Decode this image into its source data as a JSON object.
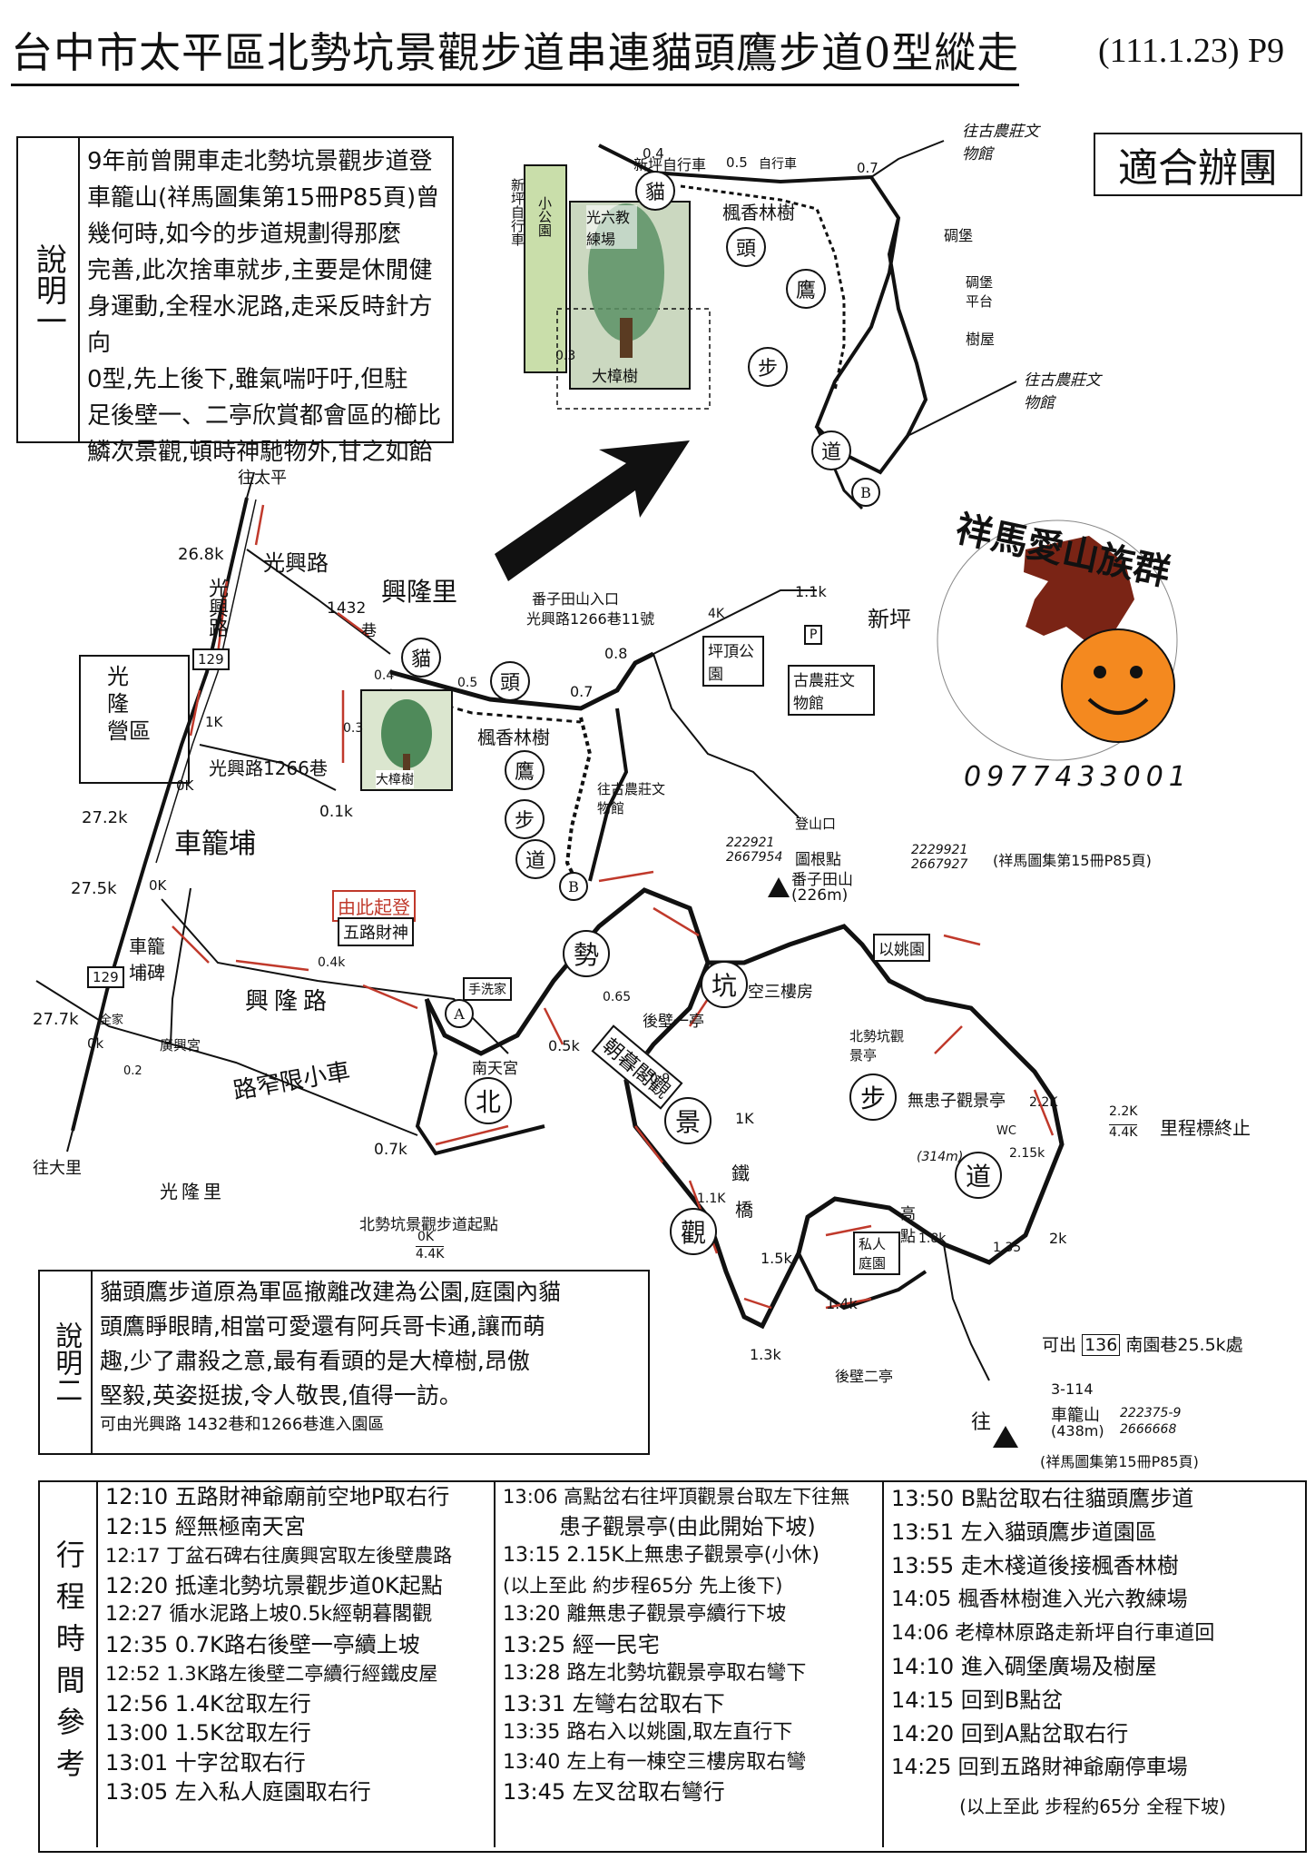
{
  "header": {
    "title": "台中市太平區北勢坑景觀步道串連貓頭鷹步道0型縱走",
    "date_page": "(111.1.23) P9",
    "tag": "適合辦團"
  },
  "note1": {
    "label": "說明一",
    "lines": [
      "9年前曾開車走北勢坑景觀步道登",
      "車籠山(祥馬圖集第15冊P85頁)曾",
      "幾何時,如今的步道規劃得那麼",
      "完善,此次捨車就步,主要是休閒健",
      "身運動,全程水泥路,走采反時針方向",
      "0型,先上後下,雖氣喘吁吁,但駐",
      "足後壁一、二亭欣賞都會區的櫛比",
      "鱗次景觀,頓時神馳物外,甘之如飴"
    ]
  },
  "note2": {
    "label": "說明二",
    "lines": [
      "貓頭鷹步道原為軍區撤離改建為公園,庭園內貓",
      "頭鷹睜眼睛,相當可愛還有阿兵哥卡通,讓而萌",
      "趣,少了肅殺之意,最有看頭的是大樟樹,昂傲",
      "堅毅,英姿挺拔,令人敬畏,值得一訪。"
    ],
    "footer": "可由光興路 1432巷和1266巷進入園區"
  },
  "logo": {
    "text": "祥馬愛山族群",
    "phone": "0977433001"
  },
  "map": {
    "labels": {
      "to_taiping": "往太平",
      "to_dali": "往大里",
      "guangxing_rd": "光興路",
      "guangxing_rd_v": "光興路",
      "lane1432": "1432",
      "lane_suffix": "巷",
      "xinglong_li": "興隆里",
      "guanglong_camp_1": "光",
      "guanglong_camp_2": "隆",
      "guanglong_camp_3": "營區",
      "lane1266": "光興路1266巷",
      "chelongpu": "車籠埔",
      "chelongpu_stele": "車籠埔碑",
      "xinglong_rd": "興隆路",
      "guanglong_li": "光隆里",
      "road_limit": "路窄限小車",
      "guangxing_temple": "廣興宮",
      "familymart": "全家",
      "start_here": "由此起登",
      "five_road_temple": "五路財神",
      "nantian_temple": "南天宮",
      "trail_start": "北勢坑景觀步道起點",
      "trail_start_k1": "0K",
      "trail_start_k2": "4.4K",
      "owl_trail_c1": "貓",
      "owl_trail_c2": "頭",
      "owl_trail_c3": "鷹",
      "owl_trail_c4": "步",
      "owl_trail_c5": "道",
      "maple_forest": "楓香林樹",
      "camphor": "大樟樹",
      "fanzi_entry": "番子田山入口",
      "fanzi_addr": "光興路1266巷11號",
      "to_xinping": "新坪",
      "pingding_park": "坪頂公園",
      "ancient_farm": "古農莊文物館",
      "to_farm_museum": "往古農莊文物館",
      "trailhead": "登山口",
      "benchmark": "圖根點",
      "fanzi_peak": "番子田山",
      "fanzi_height": "(226m)",
      "coords1": "222921",
      "coords2": "2667954",
      "coords3": "2229921",
      "coords4": "2667927",
      "ref85": "(祥馬圖集第15冊P85頁)",
      "bs1": "北",
      "bs2": "勢",
      "bs3": "坑",
      "bs4": "景",
      "bs5": "觀",
      "bs6": "步",
      "bs7": "道",
      "zhaomu": "朝暮閣觀",
      "pavilion1": "後壁一亭",
      "pavilion2": "後壁二亭",
      "sky3": "空三樓房",
      "yiyao": "以姚園",
      "observation": "北勢坑觀景亭",
      "wuhuan": "無患子觀景亭",
      "km_end": "里程標終止",
      "km_end_a": "2.2K",
      "km_end_b": "4.4K",
      "private_garden": "私人庭園",
      "high_point": "高點",
      "iron_bridge": "鐵",
      "iron_bridge2": "橋",
      "exit136": "可出",
      "exit136_num": "136",
      "exit136_b": "南園巷25.5k處",
      "to_chelong": "往",
      "chelong_id": "3-114",
      "chelong_name": "車籠山",
      "chelong_h": "(438m)",
      "chelong_coord1": "222375-9",
      "chelong_coord2": "2666668",
      "ref85b": "(祥馬圖集第15冊P85頁)",
      "fort": "碉堡",
      "fort_platform": "碉堡平台",
      "treehouse": "樹屋",
      "xinping_bike": "新坪自行車",
      "xinping_bike_v": "新坪自行車",
      "park_v": "小公園",
      "trainee": "光六教練場",
      "bike_label": "自行車",
      "wc": "WC",
      "hand_wash": "手洗家",
      "sign_a": "A",
      "sign_b": "B",
      "p_sign": "P",
      "r129": "129"
    },
    "distances": {
      "d268": "26.8k",
      "d272": "27.2k",
      "d275": "27.5k",
      "d277": "27.7k",
      "d0k_a": "0K",
      "d0k_b": "0K",
      "d0k_c": "0k",
      "d02": "0.2",
      "d07k": "0.7k",
      "d01k": "0.1k",
      "d1k": "1K",
      "d04": "0.4",
      "d03": "0.3",
      "d05": "0.5",
      "d07": "0.7",
      "d08": "0.8",
      "d11k": "1.1k",
      "d4k": "4K",
      "d04k": "0.4k",
      "d05k": "0.5k",
      "d065": "0.65",
      "d09": "0.9",
      "d1kB": "1K",
      "d11kB": "1.1K",
      "d13k": "1.3k",
      "d14k": "1.4k",
      "d15k": "1.5k",
      "d18k": "1.8k",
      "d135": "1.35",
      "d2k": "2k",
      "d215k": "2.15k",
      "d22k": "2.2K",
      "d314": "(314m)",
      "m04": "0.4",
      "m05": "0.5",
      "m07": "0.7",
      "m03": "0.3"
    }
  },
  "itinerary": {
    "label": "行程時間參考",
    "col1": [
      "12:10 五路財神爺廟前空地P取右行",
      "12:15 經無極南天宮",
      "12:17 丁盆石碑右往廣興宮取左後壁農路",
      "12:20 抵達北勢坑景觀步道0K起點",
      "12:27 循水泥路上坡0.5k經朝暮閣觀",
      "12:35 0.7K路右後壁一亭續上坡",
      "12:52 1.3K路左後壁二亭續行經鐵皮屋",
      "12:56 1.4K岔取左行",
      "13:00 1.5K岔取左行",
      "13:01 十字岔取右行",
      "13:05 左入私人庭園取右行"
    ],
    "col2": [
      "13:06 高點岔右往坪頂觀景台取左下往無",
      "患子觀景亭(由此開始下坡)",
      "13:15 2.15K上無患子觀景亭(小休)",
      "(以上至此 約步程65分 先上後下)",
      "13:20 離無患子觀景亭續行下坡",
      "13:25 經一民宅",
      "13:28 路左北勢坑觀景亭取右彎下",
      "13:31 左彎右岔取右下",
      "13:35 路右入以姚園,取左直行下",
      "13:40 左上有一棟空三樓房取右彎",
      "13:45 左叉岔取右彎行"
    ],
    "col3": [
      "13:50 B點岔取右往貓頭鷹步道",
      "13:51 左入貓頭鷹步道園區",
      "13:55 走木棧道後接楓香林樹",
      "14:05 楓香林樹進入光六教練場",
      "14:06 老樟林原路走新坪自行車道回",
      "14:10 進入碉堡廣場及樹屋",
      "14:15 回到B點岔",
      "14:20 回到A點岔取右行",
      "14:25 回到五路財神爺廟停車場"
    ],
    "col3_note": "(以上至此 步程約65分 全程下坡)"
  }
}
